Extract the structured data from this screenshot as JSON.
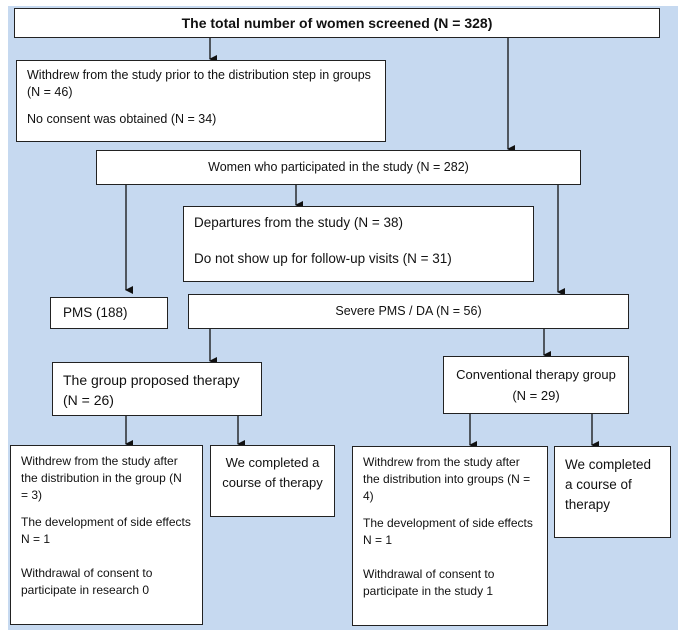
{
  "screened": "The total number of women screened (N = 328)",
  "withdrew_prior": {
    "line1": "Withdrew from the study prior to the distribution step in groups (N = 46)",
    "line2": "No consent was obtained (N = 34)"
  },
  "participated": "Women who participated in the study (N = 282)",
  "departures": {
    "line1": "Departures from the study (N = 38)",
    "line2": "Do not show up for follow-up visits (N = 31)"
  },
  "pms": "PMS (188)",
  "severe": "Severe PMS / DA (N = 56)",
  "proposed_group": "The group proposed therapy (N = 26)",
  "conventional_group": "Conventional therapy group (N = 29)",
  "left_withdrew": {
    "line1": "Withdrew from the study after the distribution in the group (N = 3)",
    "line2": "The development of side effects N = 1",
    "line3": "Withdrawal of consent to participate in research 0"
  },
  "left_completed": "We completed a course of therapy",
  "right_withdrew": {
    "line1": "Withdrew from the study after the distribution into groups (N = 4)",
    "line2": "The development of side effects N = 1",
    "line3": "Withdrawal of consent to participate in the study 1"
  },
  "right_completed": "We completed a course of therapy"
}
